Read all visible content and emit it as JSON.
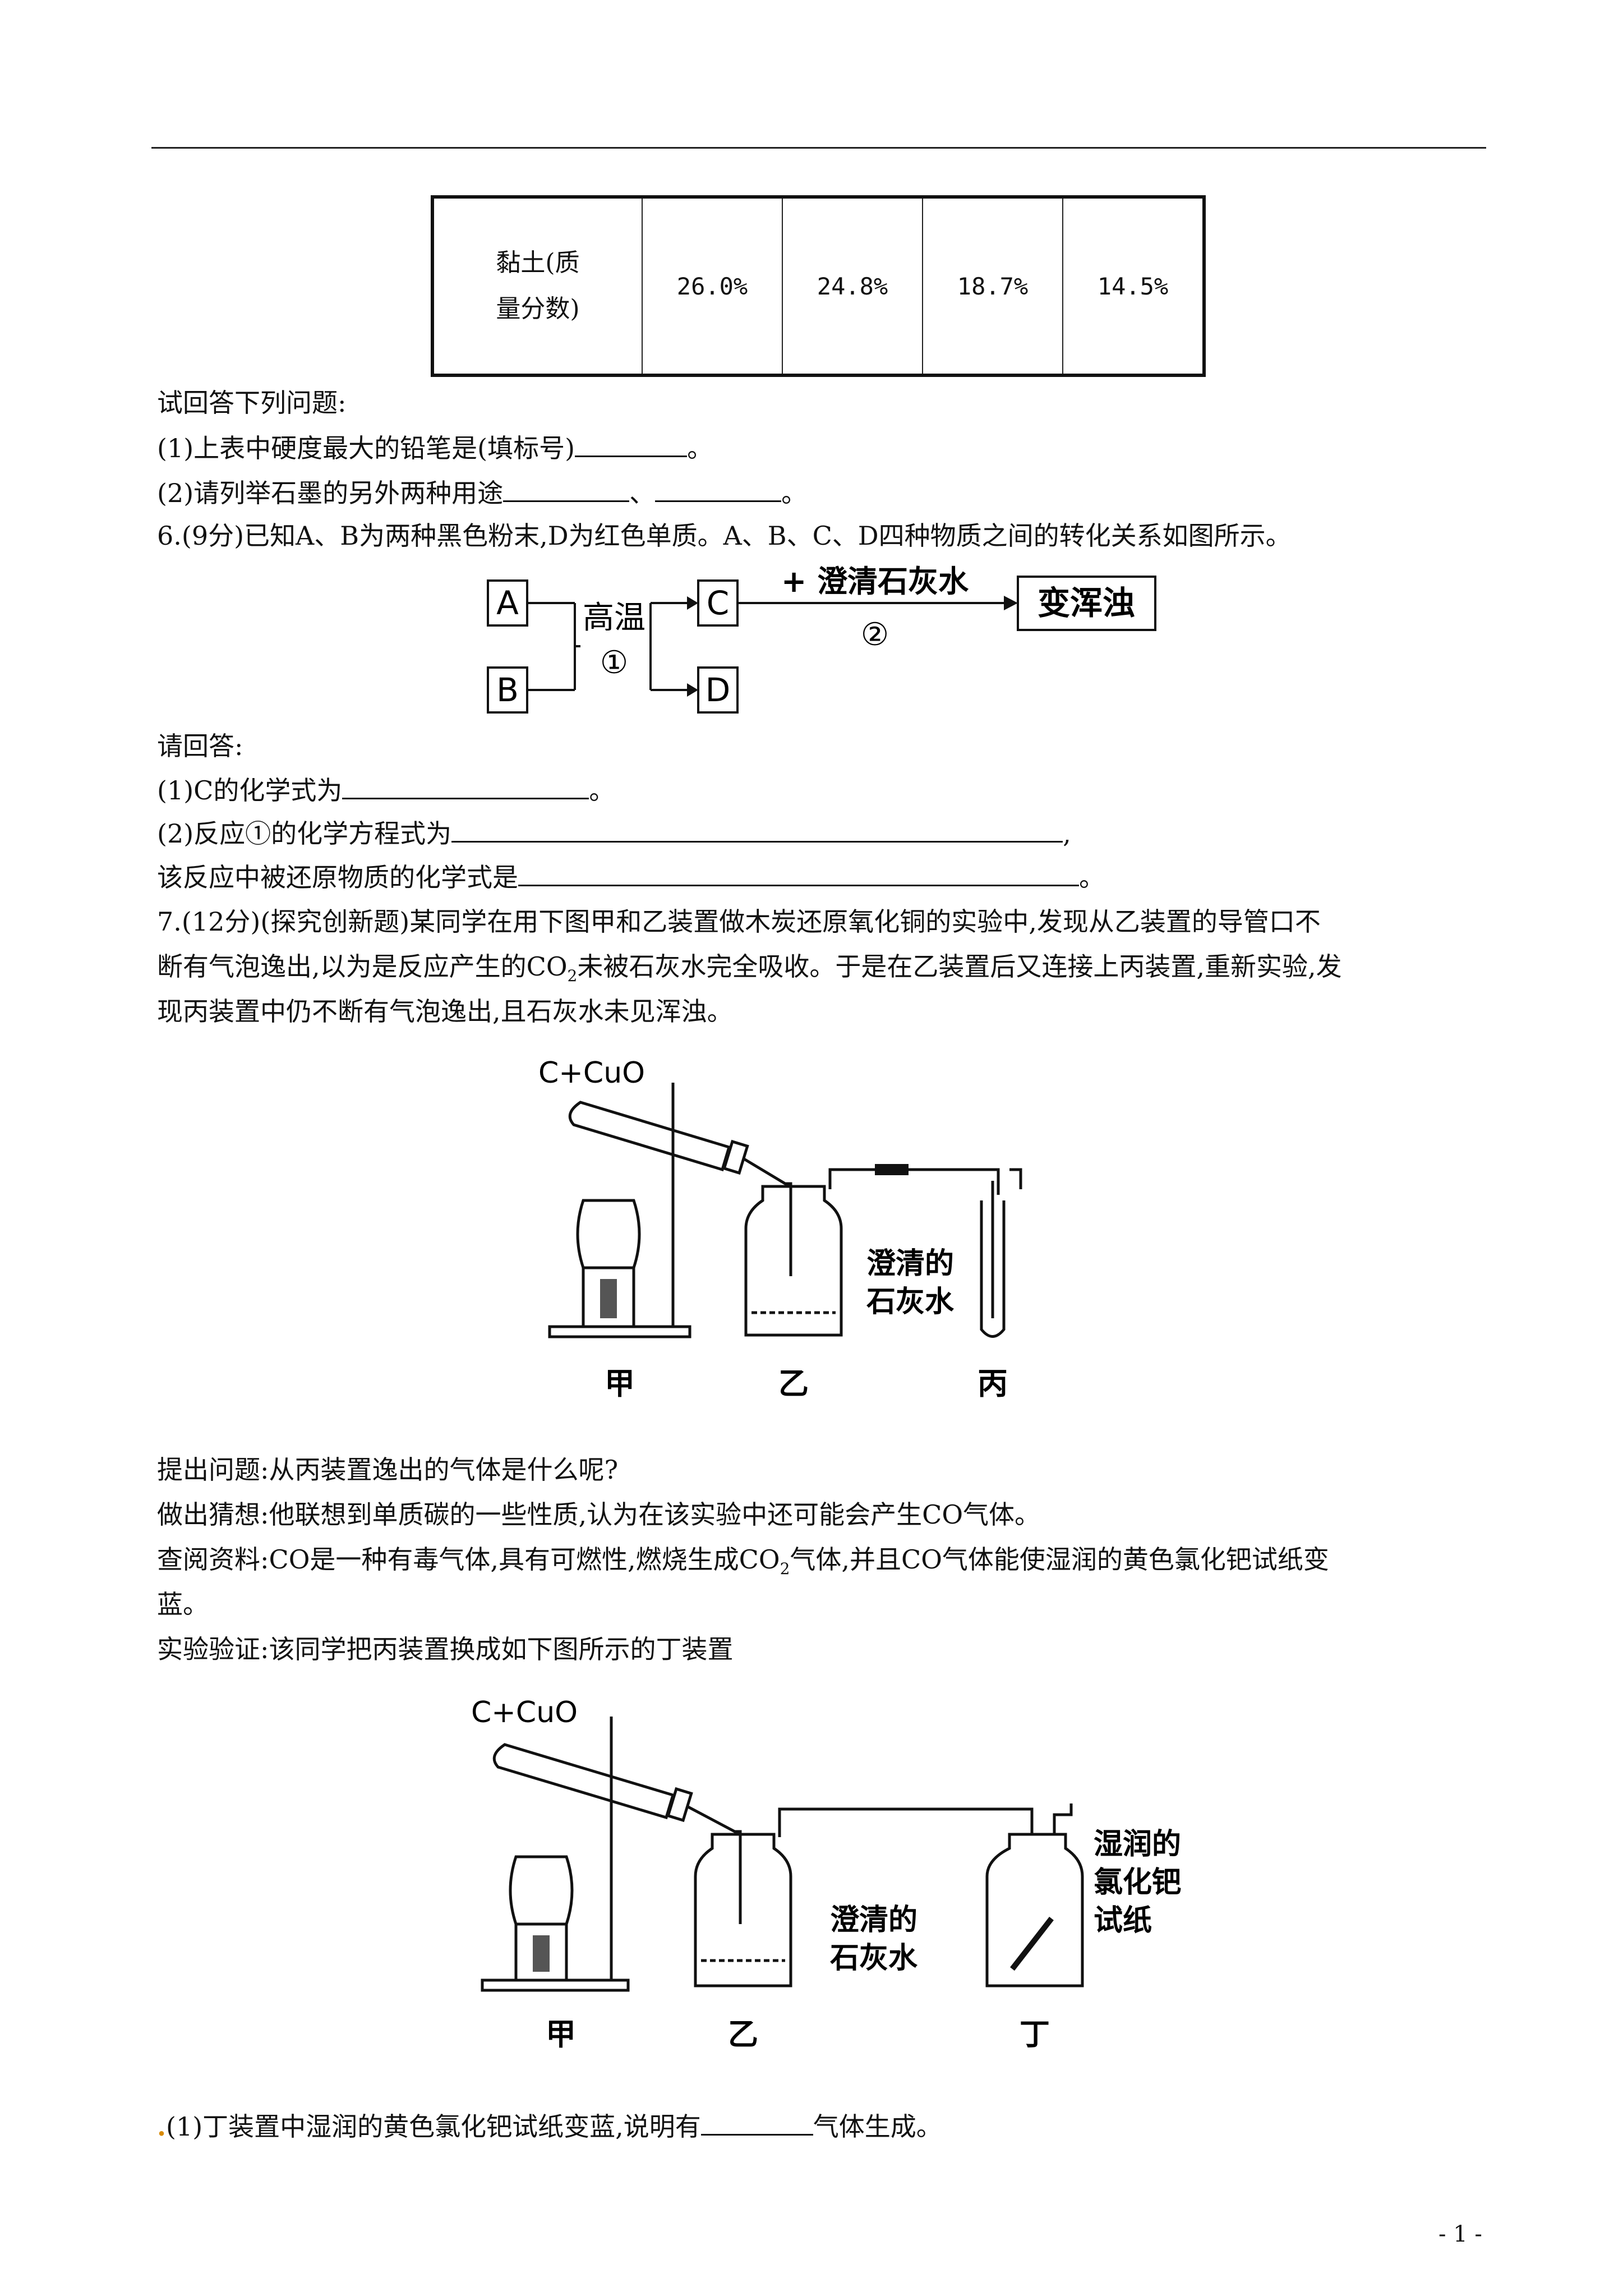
{
  "table": {
    "row_label": "黏土(质量分数)",
    "row_label_line1": "黏土(质",
    "row_label_line2": "量分数)",
    "values": [
      "26.0%",
      "24.8%",
      "18.7%",
      "14.5%"
    ]
  },
  "q5": {
    "intro": "试回答下列问题:",
    "p1": "(1)上表中硬度最大的铅笔是(填标号)",
    "p1_end": "。",
    "p2": "(2)请列举石墨的另外两种用途",
    "p2_sep": "、",
    "p2_end": "。"
  },
  "q6": {
    "stem": "6.(9分)已知A、B为两种黑色粉末,D为红色单质。A、B、C、D四种物质之间的转化关系如图所示。",
    "flow": {
      "A": "A",
      "B": "B",
      "C": "C",
      "D": "D",
      "cond1": "高温",
      "num1": "①",
      "reagent": "+ 澄清石灰水",
      "num2": "②",
      "result": "变浑浊"
    },
    "ask": "请回答:",
    "p1": "(1)C的化学式为",
    "p1_end": "。",
    "p2": "(2)反应①的化学方程式为",
    "p2_end": ",",
    "p3": "该反应中被还原物质的化学式是",
    "p3_end": "。"
  },
  "q7": {
    "stem_line1": "7.(12分)(探究创新题)某同学在用下图甲和乙装置做木炭还原氧化铜的实验中,发现从乙装置的导管口不",
    "stem_line2a": "断有气泡逸出,以为是反应产生的CO",
    "stem_line2_sub": "2",
    "stem_line2b": "未被石灰水完全吸收。于是在乙装置后又连接上丙装置,重新实验,发",
    "stem_line3": "现丙装置中仍不断有气泡逸出,且石灰水未见浑浊。",
    "fig1": {
      "reactant": "C+CuO",
      "water_label_1": "澄清的",
      "water_label_2": "石灰水",
      "jia": "甲",
      "yi": "乙",
      "bing": "丙"
    },
    "question": "提出问题:从丙装置逸出的气体是什么呢?",
    "guess": "做出猜想:他联想到单质碳的一些性质,认为在该实验中还可能会产生CO气体。",
    "info_a": "查阅资料:CO是一种有毒气体,具有可燃性,燃烧生成CO",
    "info_sub": "2",
    "info_b": "气体,并且CO气体能使湿润的黄色氯化钯试纸变",
    "info_line2": "蓝。",
    "verify": "实验验证:该同学把丙装置换成如下图所示的丁装置",
    "fig2": {
      "reactant": "C+CuO",
      "water_label_1": "澄清的",
      "water_label_2": "石灰水",
      "paper_1": "湿润的",
      "paper_2": "氯化钯",
      "paper_3": "试纸",
      "jia": "甲",
      "yi": "乙",
      "ding": "丁"
    },
    "p1": "(1)丁装置中湿润的黄色氯化钯试纸变蓝,说明有",
    "p1_end": "气体生成。"
  },
  "page_number": "- 1 -"
}
